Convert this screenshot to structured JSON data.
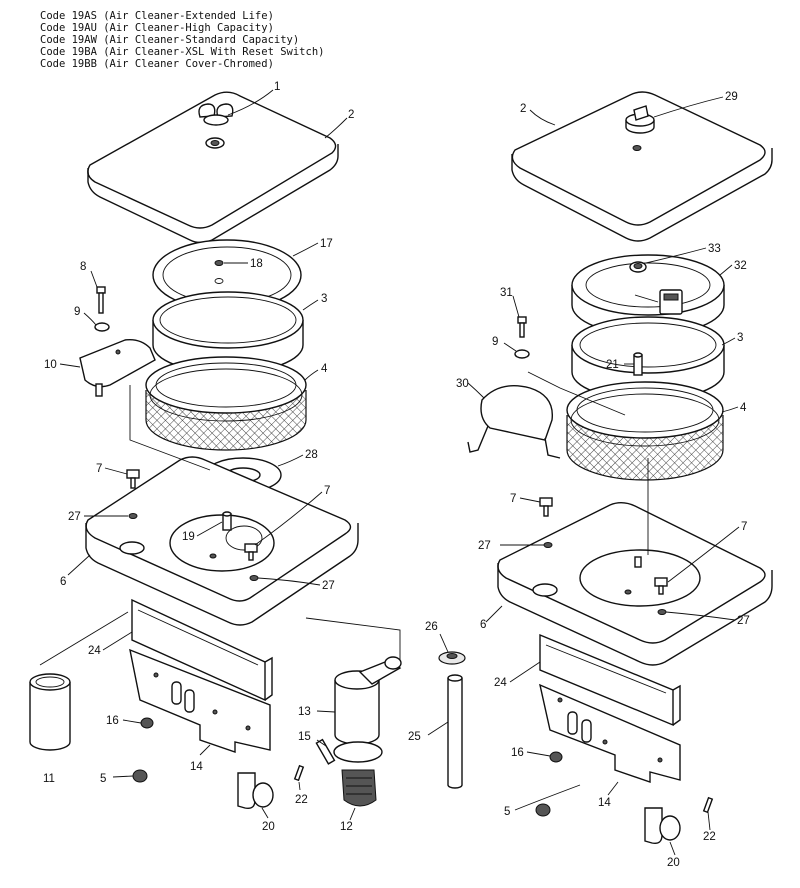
{
  "header": {
    "codes": [
      "Code 19AS (Air Cleaner-Extended Life)",
      "Code 19AU (Air Cleaner-High Capacity)",
      "Code 19AW (Air Cleaner-Standard Capacity)",
      "Code 19BA (Air Cleaner-XSL With Reset Switch)",
      "Code 19BB (Air Cleaner Cover-Chromed)"
    ]
  },
  "callouts": {
    "l_1": "1",
    "l_2": "2",
    "l_17": "17",
    "l_18": "18",
    "l_8": "8",
    "l_9": "9",
    "l_3": "3",
    "l_10": "10",
    "l_4": "4",
    "l_28": "28",
    "l_7a": "7",
    "l_7b": "7",
    "l_27a": "27",
    "l_27b": "27",
    "l_19": "19",
    "l_6": "6",
    "l_24": "24",
    "l_11": "11",
    "l_16": "16",
    "l_5": "5",
    "l_14": "14",
    "l_20": "20",
    "l_22": "22",
    "l_13": "13",
    "l_15": "15",
    "l_12": "12",
    "l_26": "26",
    "l_25": "25",
    "r_2": "2",
    "r_29": "29",
    "r_33": "33",
    "r_32": "32",
    "r_31": "31",
    "r_9": "9",
    "r_21": "21",
    "r_3": "3",
    "r_30": "30",
    "r_4": "4",
    "r_7a": "7",
    "r_7b": "7",
    "r_27a": "27",
    "r_27b": "27",
    "r_6": "6",
    "r_24": "24",
    "r_16": "16",
    "r_5": "5",
    "r_14": "14",
    "r_20": "20",
    "r_22": "22"
  }
}
